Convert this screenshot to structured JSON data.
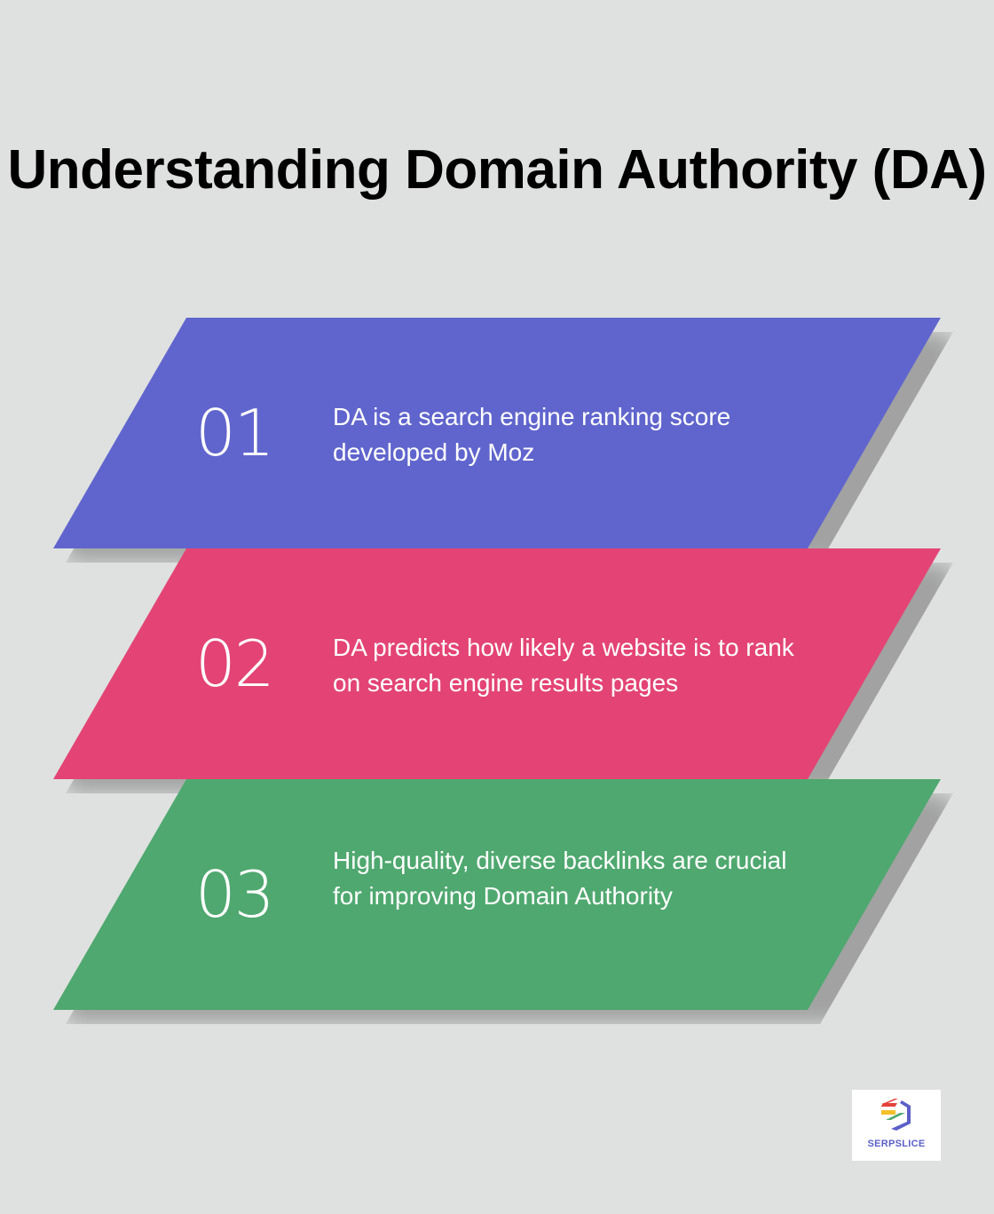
{
  "title": "Understanding Domain Authority (DA)",
  "items": [
    {
      "number": "01",
      "text": "DA is a search engine ranking score developed by Moz",
      "color": "#6065cd"
    },
    {
      "number": "02",
      "text": "DA predicts how likely a website is to rank on search engine results pages",
      "color": "#e34475"
    },
    {
      "number": "03",
      "text": "High-quality, diverse backlinks are crucial for improving Domain Authority",
      "color": "#4fa86f"
    }
  ],
  "logo": {
    "label": "SERPSLICE",
    "icon": "serpslice-hexagon-logo"
  }
}
